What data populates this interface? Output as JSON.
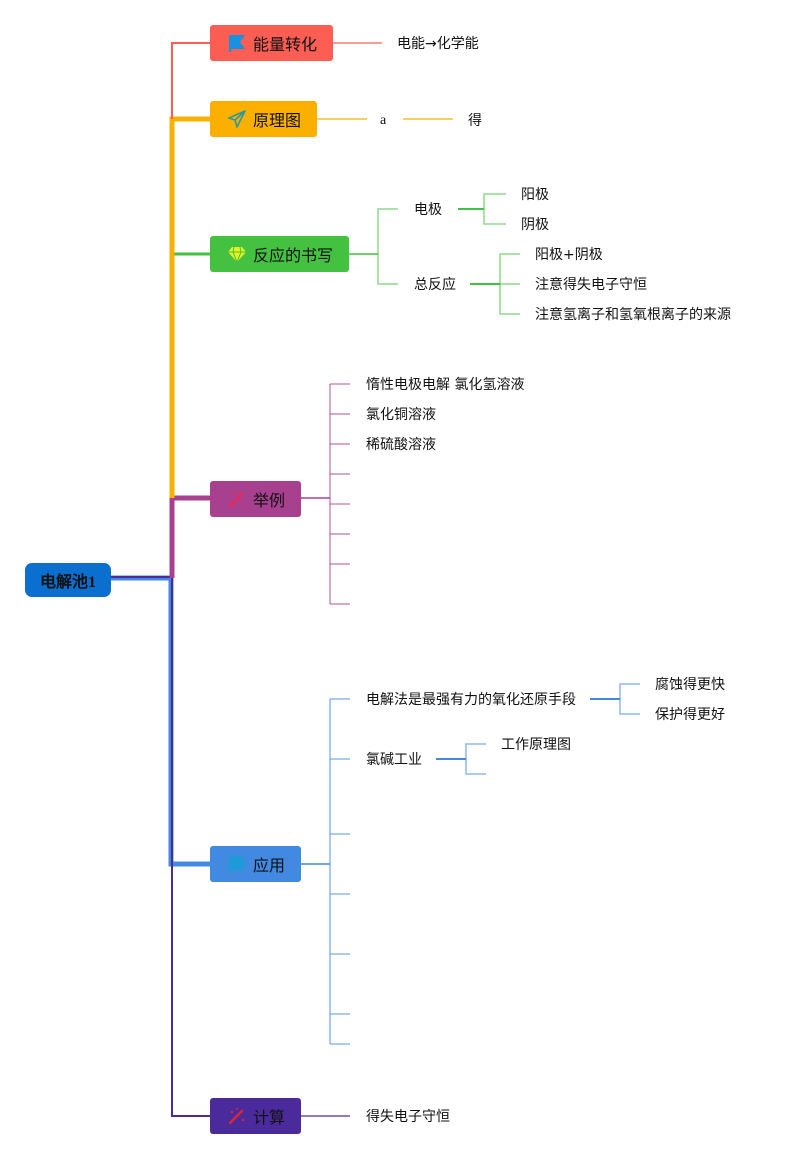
{
  "root": {
    "label": "电解池1",
    "color": "#0a6fce"
  },
  "branches": [
    {
      "id": "energy",
      "label": "能量转化",
      "icon": "flag-icon",
      "color": "#fd5e53",
      "children": [
        {
          "label": "电能→化学能"
        }
      ]
    },
    {
      "id": "principle",
      "label": "原理图",
      "icon": "paper-plane-icon",
      "color": "#fbb000",
      "children": [
        {
          "label": "a",
          "children": [
            {
              "label": "得"
            }
          ]
        }
      ]
    },
    {
      "id": "writing",
      "label": "反应的书写",
      "icon": "diamond-icon",
      "color": "#44c140",
      "children": [
        {
          "label": "电极",
          "children": [
            {
              "label": "阳极"
            },
            {
              "label": "阴极"
            }
          ]
        },
        {
          "label": "总反应",
          "children": [
            {
              "label": "阳极+阴极"
            },
            {
              "label": "注意得失电子守恒"
            },
            {
              "label": "注意氢离子和氢氧根离子的来源"
            }
          ]
        }
      ]
    },
    {
      "id": "examples",
      "label": "举例",
      "icon": "magic-wand-icon",
      "color": "#a7418f",
      "children": [
        {
          "label": "惰性电极电解 氯化氢溶液"
        },
        {
          "label": "氯化铜溶液"
        },
        {
          "label": "稀硫酸溶液"
        },
        {
          "label": ""
        },
        {
          "label": ""
        },
        {
          "label": ""
        },
        {
          "label": ""
        },
        {
          "label": ""
        }
      ]
    },
    {
      "id": "application",
      "label": "应用",
      "icon": "flag-icon",
      "color": "#4289e2",
      "children": [
        {
          "label": "电解法是最强有力的氧化还原手段",
          "children": [
            {
              "label": "腐蚀得更快"
            },
            {
              "label": "保护得更好"
            }
          ]
        },
        {
          "label": "氯碱工业",
          "children": [
            {
              "label": "工作原理图"
            },
            {
              "label": ""
            }
          ]
        },
        {
          "label": ""
        },
        {
          "label": ""
        },
        {
          "label": ""
        },
        {
          "label": ""
        },
        {
          "label": ""
        }
      ]
    },
    {
      "id": "calculation",
      "label": "计算",
      "icon": "magic-wand-icon",
      "color": "#4b2a9b",
      "children": [
        {
          "label": "得失电子守恒"
        }
      ]
    }
  ]
}
